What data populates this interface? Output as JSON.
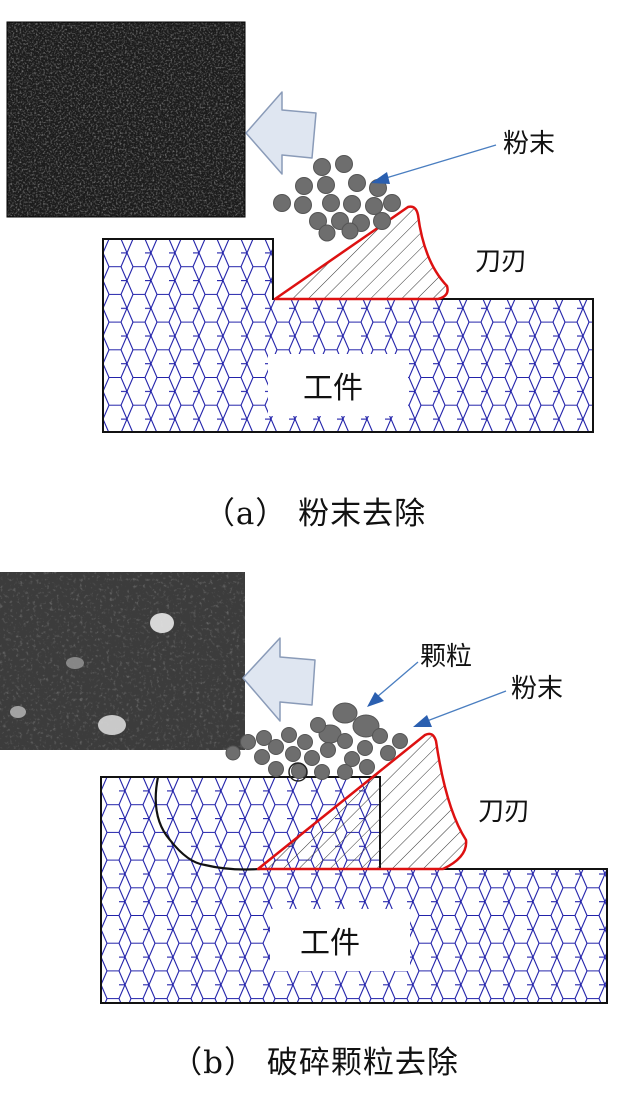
{
  "panel_a": {
    "caption": "（a） 粉末去除",
    "labels": {
      "powder": "粉末",
      "tool": "刀刃",
      "workpiece": "工件"
    }
  },
  "panel_b": {
    "caption": "（b） 破碎颗粒去除",
    "labels": {
      "particles": "颗粒",
      "powder": "粉末",
      "tool": "刀刃",
      "workpiece": "工件"
    }
  },
  "colors": {
    "honeycomb": "#2222aa",
    "tool_outline": "#dd1111",
    "pointer_arrow": "#4a7ec0",
    "powder": "#6e6e6e",
    "direction_arrow_fill": "#dfe6f1",
    "direction_arrow_stroke": "#8a9bb8"
  }
}
